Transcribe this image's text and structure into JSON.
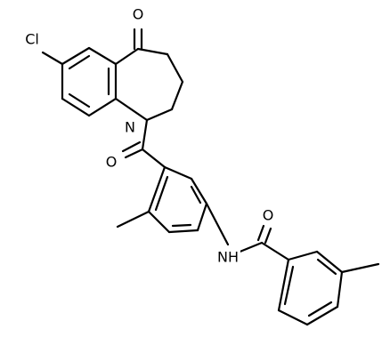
{
  "molecule": {
    "atom_labels": {
      "chlorine": "Cl",
      "ketone_oxygen": "O",
      "ring_nitrogen": "N",
      "carbonyl_oxygen": "O",
      "amide_nitrogen": "NH",
      "amide_oxygen": "O"
    }
  }
}
